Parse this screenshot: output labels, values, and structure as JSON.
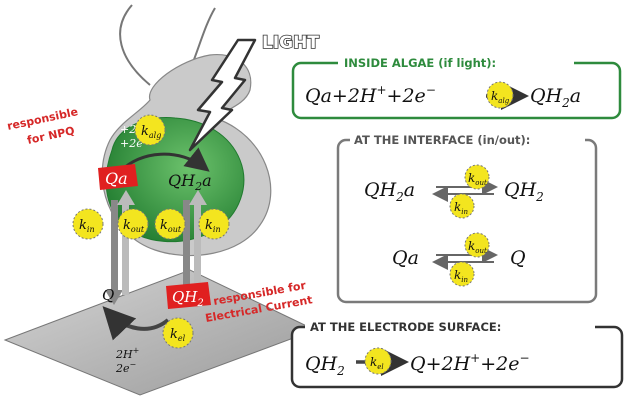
{
  "light_label": "LIGHT",
  "labels": {
    "npq": [
      "responsible",
      "for NPQ"
    ],
    "current": [
      "responsible for",
      "Electrical Current"
    ]
  },
  "cell": {
    "protons": "+2H",
    "protons_sup": "+",
    "electrons": "+2e",
    "electrons_sup": "−",
    "qa": "Qa",
    "qh2a": "QH",
    "qh2a_sub": "2",
    "qh2a_tail": "a"
  },
  "surface": {
    "q": "Q",
    "qh2": "QH",
    "qh2_sub": "2",
    "protons": "2H",
    "protons_sup": "+",
    "electrons": "2e",
    "electrons_sup": "−"
  },
  "rates": {
    "k_alg": "k",
    "k_alg_sub": "alg",
    "k_in": "k",
    "k_in_sub": "in",
    "k_out": "k",
    "k_out_sub": "out",
    "k_el": "k",
    "k_el_sub": "el"
  },
  "boxes": {
    "inside": {
      "title": "INSIDE ALGAE (if light):",
      "color": "#2e8b3d",
      "lhs": "Qa+2H",
      "lhs_sup": "+",
      "lhs2": "+2e",
      "lhs2_sup": "−",
      "rhs": "QH",
      "rhs_sub": "2",
      "rhs_tail": "a"
    },
    "interface": {
      "title": "AT THE INTERFACE (in/out):",
      "color": "#7a7a7a",
      "r1_lhs": "QH",
      "r1_lhs_sub": "2",
      "r1_lhs_tail": "a",
      "r1_rhs": "QH",
      "r1_rhs_sub": "2",
      "r2_lhs": "Qa",
      "r2_rhs": "Q"
    },
    "electrode": {
      "title": "AT THE ELECTRODE SURFACE:",
      "color": "#333333",
      "lhs": "QH",
      "lhs_sub": "2",
      "rhs": "Q+2H",
      "rhs_sup": "+",
      "rhs2": "+2e",
      "rhs2_sup": "−"
    }
  },
  "colors": {
    "cell_body": "#c9c9c9",
    "cell_green": "#3aa54b",
    "cell_green_dark": "#1f7a2e",
    "rate_circle": "#f3e51f",
    "red_label": "#d62828",
    "tag_red": "#e02020",
    "surface": "#b9b9b9"
  }
}
